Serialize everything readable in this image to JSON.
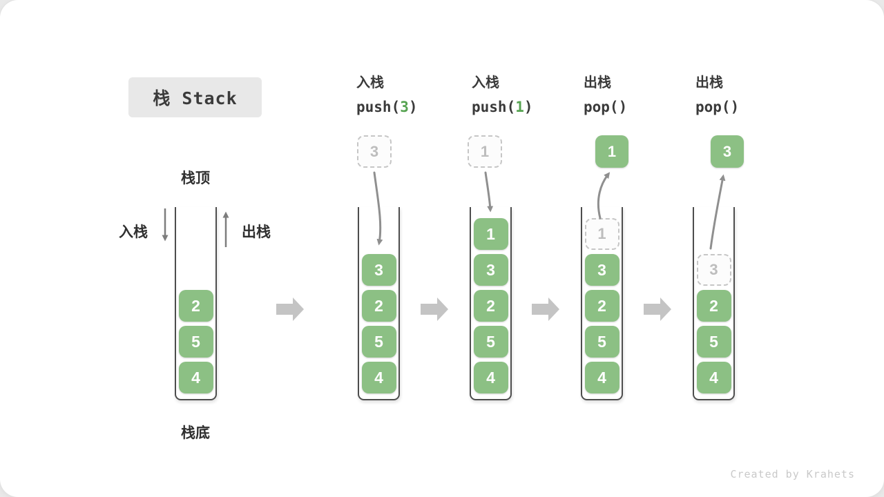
{
  "title": "栈 Stack",
  "legend": {
    "stack_top": "栈顶",
    "stack_bottom": "栈底",
    "push_label": "入栈",
    "pop_label": "出栈"
  },
  "operations": [
    {
      "label": "入栈",
      "code_prefix": "push(",
      "arg": "3",
      "code_suffix": ")"
    },
    {
      "label": "入栈",
      "code_prefix": "push(",
      "arg": "1",
      "code_suffix": ")"
    },
    {
      "label": "出栈",
      "code_prefix": "pop()",
      "arg": "",
      "code_suffix": ""
    },
    {
      "label": "出栈",
      "code_prefix": "pop()",
      "arg": "",
      "code_suffix": ""
    }
  ],
  "stacks": [
    {
      "blocks": [
        "2",
        "5",
        "4"
      ]
    },
    {
      "floating": "3",
      "blocks": [
        "3",
        "2",
        "5",
        "4"
      ]
    },
    {
      "floating": "1",
      "blocks": [
        "1",
        "3",
        "2",
        "5",
        "4"
      ]
    },
    {
      "floating": "1",
      "ghost": "1",
      "blocks": [
        "3",
        "2",
        "5",
        "4"
      ]
    },
    {
      "floating": "3",
      "ghost": "3",
      "blocks": [
        "2",
        "5",
        "4"
      ]
    }
  ],
  "footer": "Created by Krahets",
  "colors": {
    "block_green": "#8cc084",
    "code_green": "#56a351",
    "curve_arrow_gray": "#8f8f8f",
    "block_arrow_gray": "#c4c4c4",
    "container_border": "#4d4d4d",
    "ghost_border": "#c6c6c6",
    "title_bg": "#e8e8e8",
    "text_dark": "#3a3a3a"
  }
}
